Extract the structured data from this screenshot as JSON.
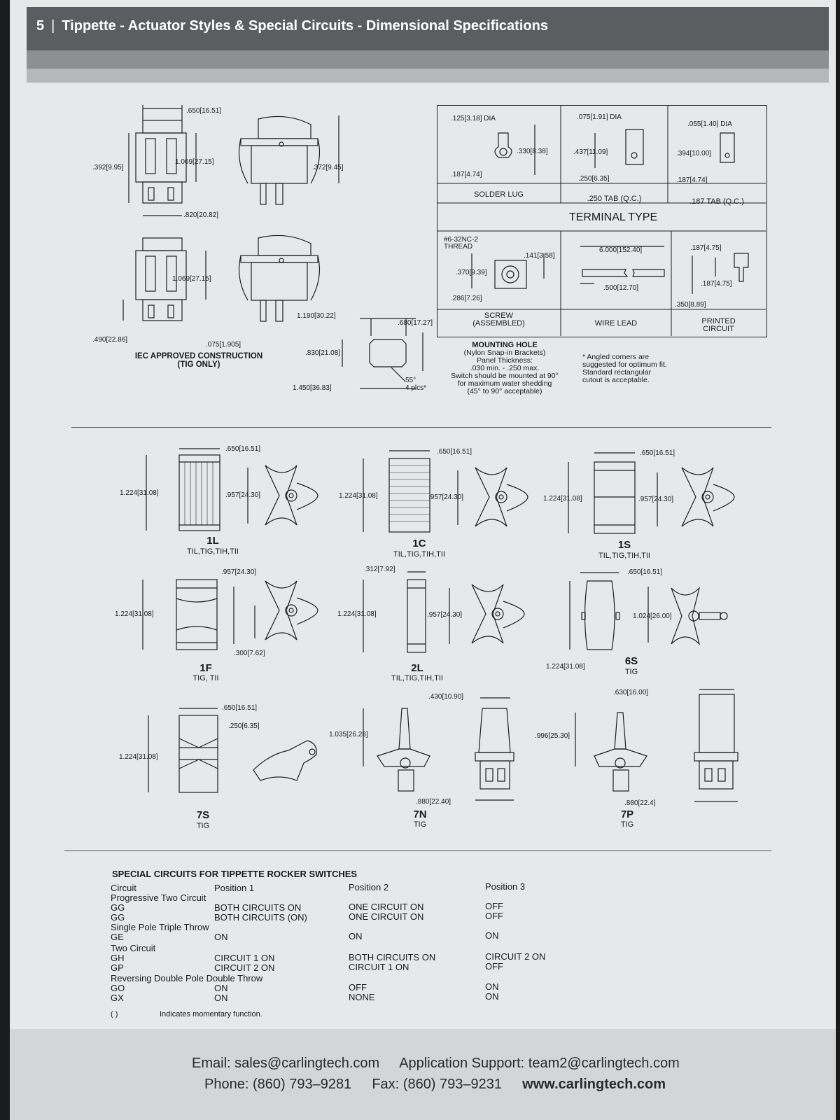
{
  "header": {
    "page_number": "5",
    "separator": "|",
    "title": "Tippette - Actuator Styles & Special Circuits - Dimensional Specifications"
  },
  "iec": {
    "dims": [
      ".650[16.51]",
      ".392[9.95]",
      "1.069[27.15]",
      ".372[9.45]",
      ".820[20.82]",
      "1.069[27.15]",
      ".490[22.86]",
      ".075[1.905]"
    ],
    "caption_line1": "IEC APPROVED CONSTRUCTION",
    "caption_line2": "(TIG ONLY)"
  },
  "mounting": {
    "dims": [
      "1.190[30.22]",
      ".680[17.27]",
      ".830[21.08]",
      "1.450[36.83]",
      "55°",
      "4 plcs*"
    ],
    "title": "MOUNTING HOLE",
    "lines": [
      "(Nylon Snap-in Brackets)",
      "Panel Thickness:",
      ".030 min. - .250 max.",
      "Switch should be mounted at 90°",
      "for maximum water shedding",
      "(45° to 90° acceptable)"
    ],
    "note": [
      "* Angled corners are",
      "suggested for optimum fit.",
      "Standard rectangular",
      "cutout is acceptable."
    ]
  },
  "terminal": {
    "title": "TERMINAL TYPE",
    "solder": {
      "label": "SOLDER LUG",
      "dims": [
        ".125[3.18] DIA",
        ".330[8.38]",
        ".187[4.74]"
      ]
    },
    "tab250": {
      "label": ".250 TAB (Q.C.)",
      "dims": [
        ".075[1.91] DIA",
        ".437[11.09]",
        ".250[6.35]"
      ]
    },
    "tab187": {
      "label": ".187 TAB (Q.C.)",
      "dims": [
        ".055[1.40] DIA",
        ".394[10.00]",
        ".187[4.74]"
      ]
    },
    "screw": {
      "label1": "SCREW",
      "label2": "(ASSEMBLED)",
      "dims": [
        "#6-32NC-2",
        "THREAD",
        ".141[3.58]",
        ".370[9.39]",
        ".286[7.26]"
      ]
    },
    "wire": {
      "label": "WIRE LEAD",
      "dims": [
        "6.000[152.40]",
        ".500[12.70]"
      ]
    },
    "printed": {
      "label1": "PRINTED",
      "label2": "CIRCUIT",
      "dims": [
        ".187[4.75]",
        ".187[4.75]",
        ".350[8.89]"
      ]
    }
  },
  "actuators": [
    {
      "code": "1L",
      "sub": "TIL,TIG,TIH,TII",
      "dims": [
        ".650[16.51]",
        "1.224[31.08]",
        ".957[24.30]"
      ]
    },
    {
      "code": "1C",
      "sub": "TIL,TIG,TIH,TII",
      "dims": [
        ".650[16.51]",
        "1.224[31.08]",
        ".957[24.30]"
      ]
    },
    {
      "code": "1S",
      "sub": "TIL,TIG,TIH,TII",
      "dims": [
        ".650[16.51]",
        "1.224[31.08]",
        ".957[24.30]"
      ]
    },
    {
      "code": "1F",
      "sub": "TIG, TII",
      "dims": [
        ".957[24.30]",
        "1.224[31.08]",
        ".300[7.62]"
      ]
    },
    {
      "code": "2L",
      "sub": "TIL,TIG,TIH,TII",
      "dims": [
        ".312[7.92]",
        "1.224[31.08]",
        ".957[24.30]"
      ]
    },
    {
      "code": "6S",
      "sub": "TIG",
      "dims": [
        ".650[16.51]",
        "1.024[26.00]",
        "1.224[31.08]"
      ]
    },
    {
      "code": "7S",
      "sub": "TIG",
      "dims": [
        ".650[16.51]",
        ".250[6.35]",
        "1.224[31.08]"
      ]
    },
    {
      "code": "7N",
      "sub": "TIG",
      "dims": [
        ".430[10.90]",
        "1.035[26.28]",
        ".880[22.40]"
      ]
    },
    {
      "code": "7P",
      "sub": "TIG",
      "dims": [
        ".630[16.00]",
        ".996[25.30]",
        ".880[22.4]"
      ]
    }
  ],
  "circuits": {
    "title": "SPECIAL CIRCUITS FOR TIPPETTE ROCKER SWITCHES",
    "headers": [
      "Circuit",
      "Position 1",
      "Position 2",
      "Position 3"
    ],
    "rows": [
      {
        "group": "Progressive Two Circuit"
      },
      {
        "code": "GG",
        "p1": "BOTH CIRCUITS ON",
        "p2": "ONE CIRCUIT ON",
        "p3": "OFF"
      },
      {
        "code": "GG",
        "p1": "BOTH CIRCUITS (ON)",
        "p2": "ONE CIRCUIT ON",
        "p3": "OFF"
      },
      {
        "group": "Single Pole Triple Throw"
      },
      {
        "code": "GE",
        "p1": "ON",
        "p2": "ON",
        "p3": "ON"
      },
      {
        "group": "Two Circuit"
      },
      {
        "code": "GH",
        "p1": "CIRCUIT 1 ON",
        "p2": "BOTH CIRCUITS ON",
        "p3": "CIRCUIT 2 ON"
      },
      {
        "code": "GP",
        "p1": "CIRCUIT 2 ON",
        "p2": "CIRCUIT 1 ON",
        "p3": "OFF"
      },
      {
        "group": "Reversing Double Pole Double Throw"
      },
      {
        "code": "GO",
        "p1": "ON",
        "p2": "OFF",
        "p3": "ON"
      },
      {
        "code": "GX",
        "p1": "ON",
        "p2": "NONE",
        "p3": "ON"
      }
    ],
    "legend_symbol": "( )",
    "legend_text": "Indicates momentary function."
  },
  "footer": {
    "email_label": "Email:",
    "email": "sales@carlingtech.com",
    "support_label": "Application Support:",
    "support": "team2@carlingtech.com",
    "phone_label": "Phone:",
    "phone": "(860) 793–9281",
    "fax_label": "Fax:",
    "fax": "(860) 793–9231",
    "website": "www.carlingtech.com"
  }
}
